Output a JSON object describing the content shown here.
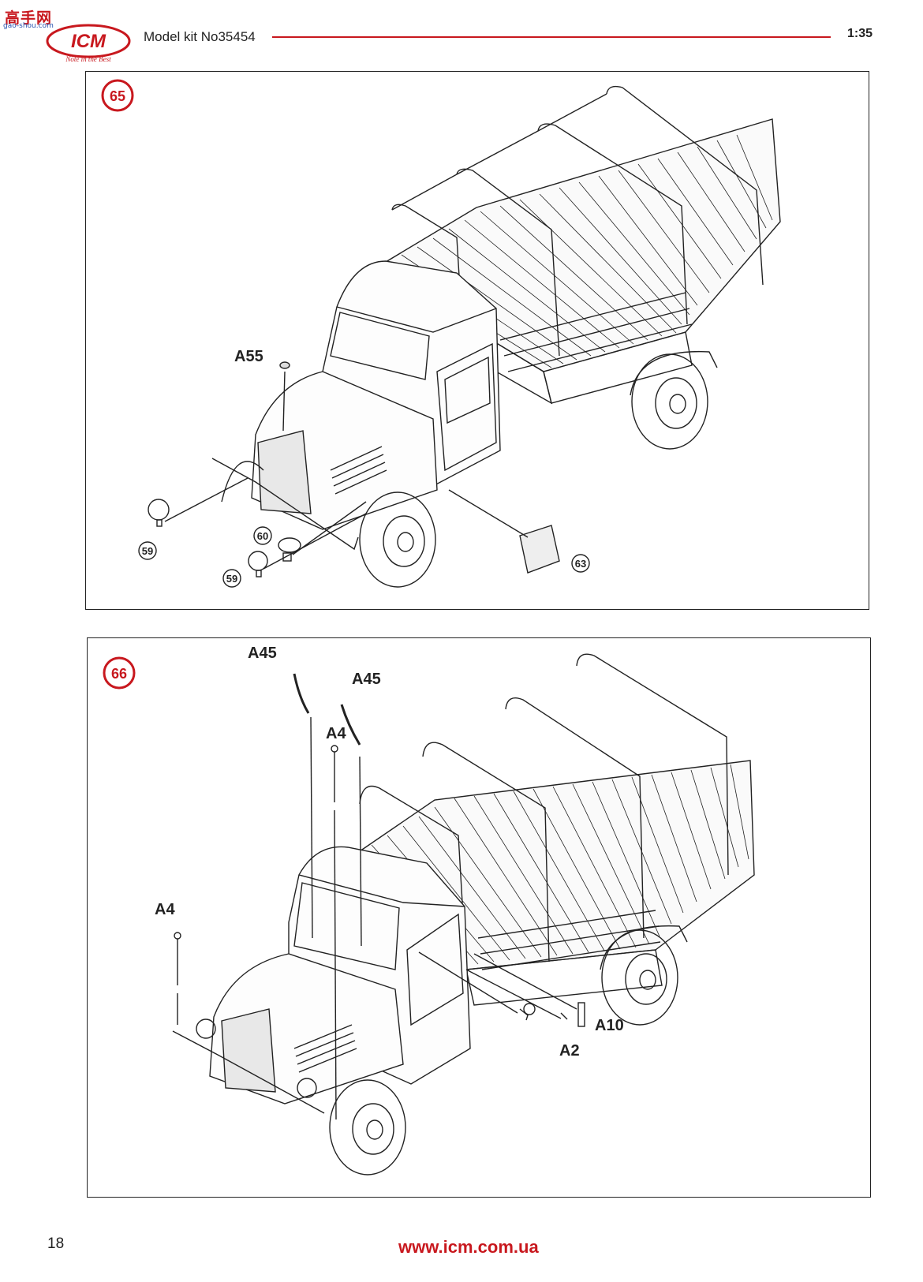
{
  "header": {
    "watermark": "高手网",
    "watermark_url": "gao-shou.com",
    "logo_text": "ICM",
    "logo_slogan": "Note in the Best",
    "kit_title": "Model kit No35454",
    "scale": "1:35"
  },
  "step65": {
    "step_number": "65",
    "parts": {
      "a55": "A55",
      "p59a": "59",
      "p60": "60",
      "p59b": "59",
      "p63": "63"
    }
  },
  "step66": {
    "step_number": "66",
    "parts": {
      "a45a": "A45",
      "a45b": "A45",
      "a4a": "A4",
      "a4b": "A4",
      "a10": "A10",
      "a2": "A2"
    }
  },
  "footer": {
    "page_number": "18",
    "website": "www.icm.com.ua"
  },
  "colors": {
    "brand_red": "#c8181e",
    "line": "#222222"
  }
}
